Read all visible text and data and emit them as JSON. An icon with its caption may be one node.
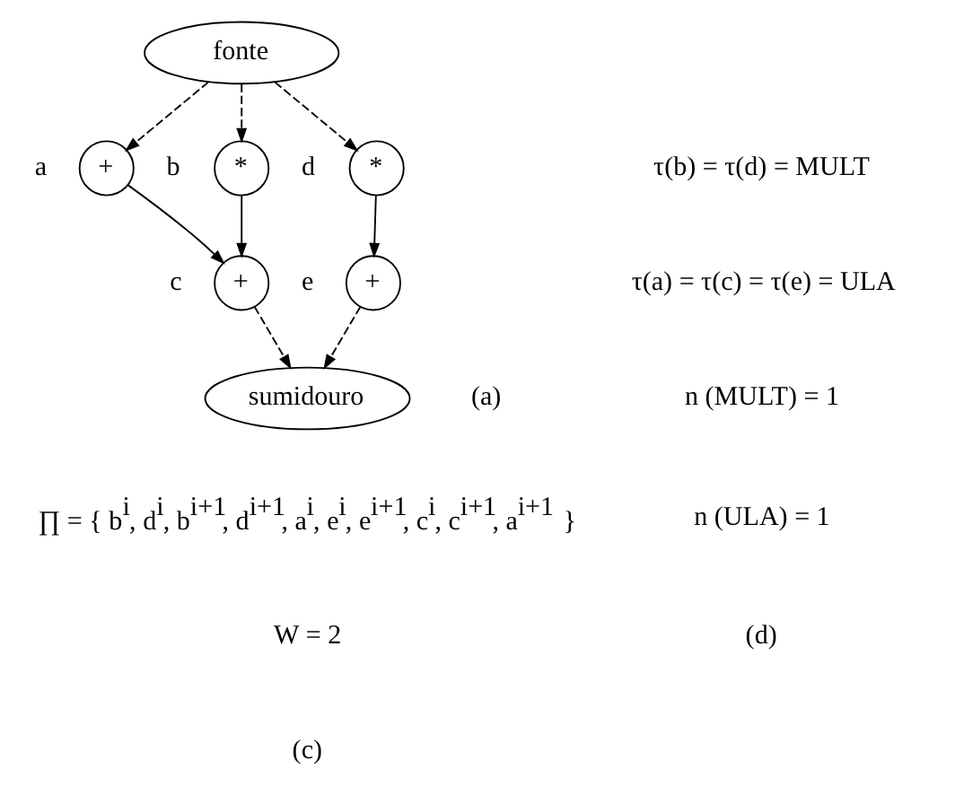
{
  "diagram": {
    "nodes": [
      {
        "text": [
          "fonte"
        ]
      },
      {
        "text": [
          "+"
        ],
        "beside": [
          "a"
        ]
      },
      {
        "text": [
          "*"
        ],
        "beside": [
          "b"
        ]
      },
      {
        "text": [
          "*"
        ],
        "beside": [
          "d"
        ]
      },
      {
        "text": [
          "+"
        ],
        "beside": [
          "c"
        ]
      },
      {
        "text": [
          "+"
        ],
        "beside": [
          "e"
        ]
      },
      {
        "text": [
          "sumidouro"
        ]
      }
    ],
    "edges": [
      {
        "from": 0,
        "to": 1,
        "arrow": "to",
        "style": "dashed"
      },
      {
        "from": 0,
        "to": 2,
        "arrow": "to",
        "style": "dashed"
      },
      {
        "from": 0,
        "to": 3,
        "arrow": "to",
        "style": "dashed"
      },
      {
        "from": 1,
        "to": 4,
        "arrow": "to"
      },
      {
        "from": 2,
        "to": 4,
        "arrow": "to"
      },
      {
        "from": 3,
        "to": 5,
        "arrow": "to"
      },
      {
        "from": 4,
        "to": 6,
        "arrow": "to",
        "style": "dashed"
      },
      {
        "from": 5,
        "to": 6,
        "arrow": "to",
        "style": "dashed"
      }
    ],
    "labels": [
      "(a)",
      "τ(b) = τ(d) = MULT",
      "τ(a) = τ(c) = τ(e) = ULA",
      "n (MULT) = 1",
      "n (ULA) = 1",
      "(d)",
      "∏ = { b$^{i}$, d$^{i}$, b$^{i+1}$, d$^{i+1}$, a$^{i}$, e$^{i}$, e$^{i+1}$, c$^{i}$, c$^{i+1}$, a$^{i+1}$ }",
      "W = 2",
      "(c)"
    ]
  }
}
